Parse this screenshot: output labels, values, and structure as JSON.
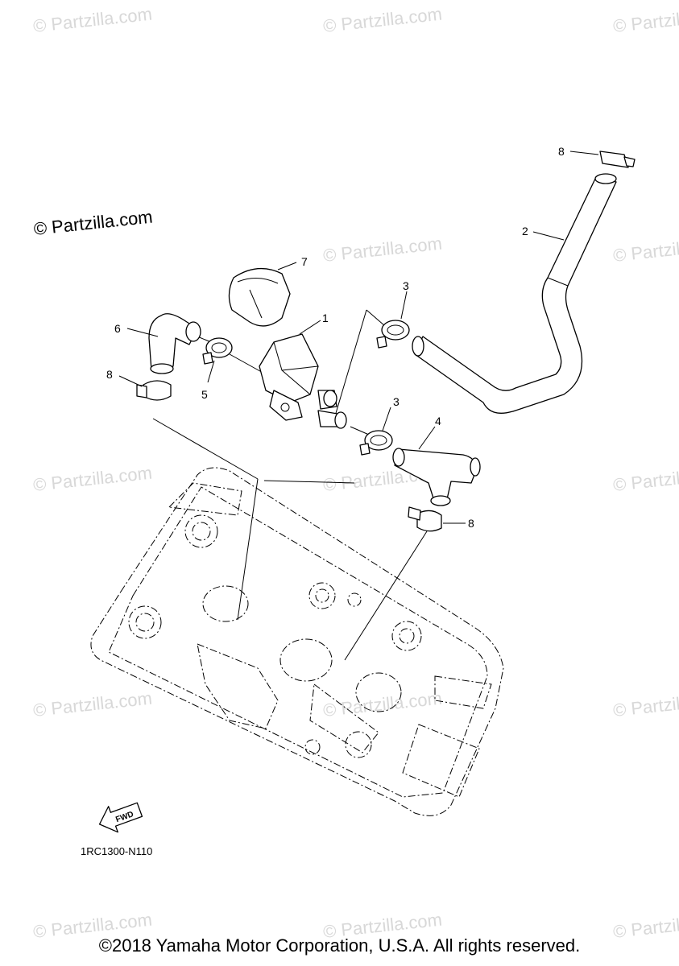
{
  "watermark": {
    "main_text": "© Partzilla.com",
    "faint_text": "© Partzilla.com",
    "faint_color": "#d8d8d8"
  },
  "callouts": {
    "c1": "1",
    "c2": "2",
    "c3a": "3",
    "c3b": "3",
    "c4": "4",
    "c5": "5",
    "c6": "6",
    "c7": "7",
    "c8a": "8",
    "c8b": "8",
    "c8c": "8"
  },
  "fwd_label": "FWD",
  "diagram_code": "1RC1300-N110",
  "copyright": "©2018 Yamaha Motor Corporation, U.S.A. All rights reserved."
}
